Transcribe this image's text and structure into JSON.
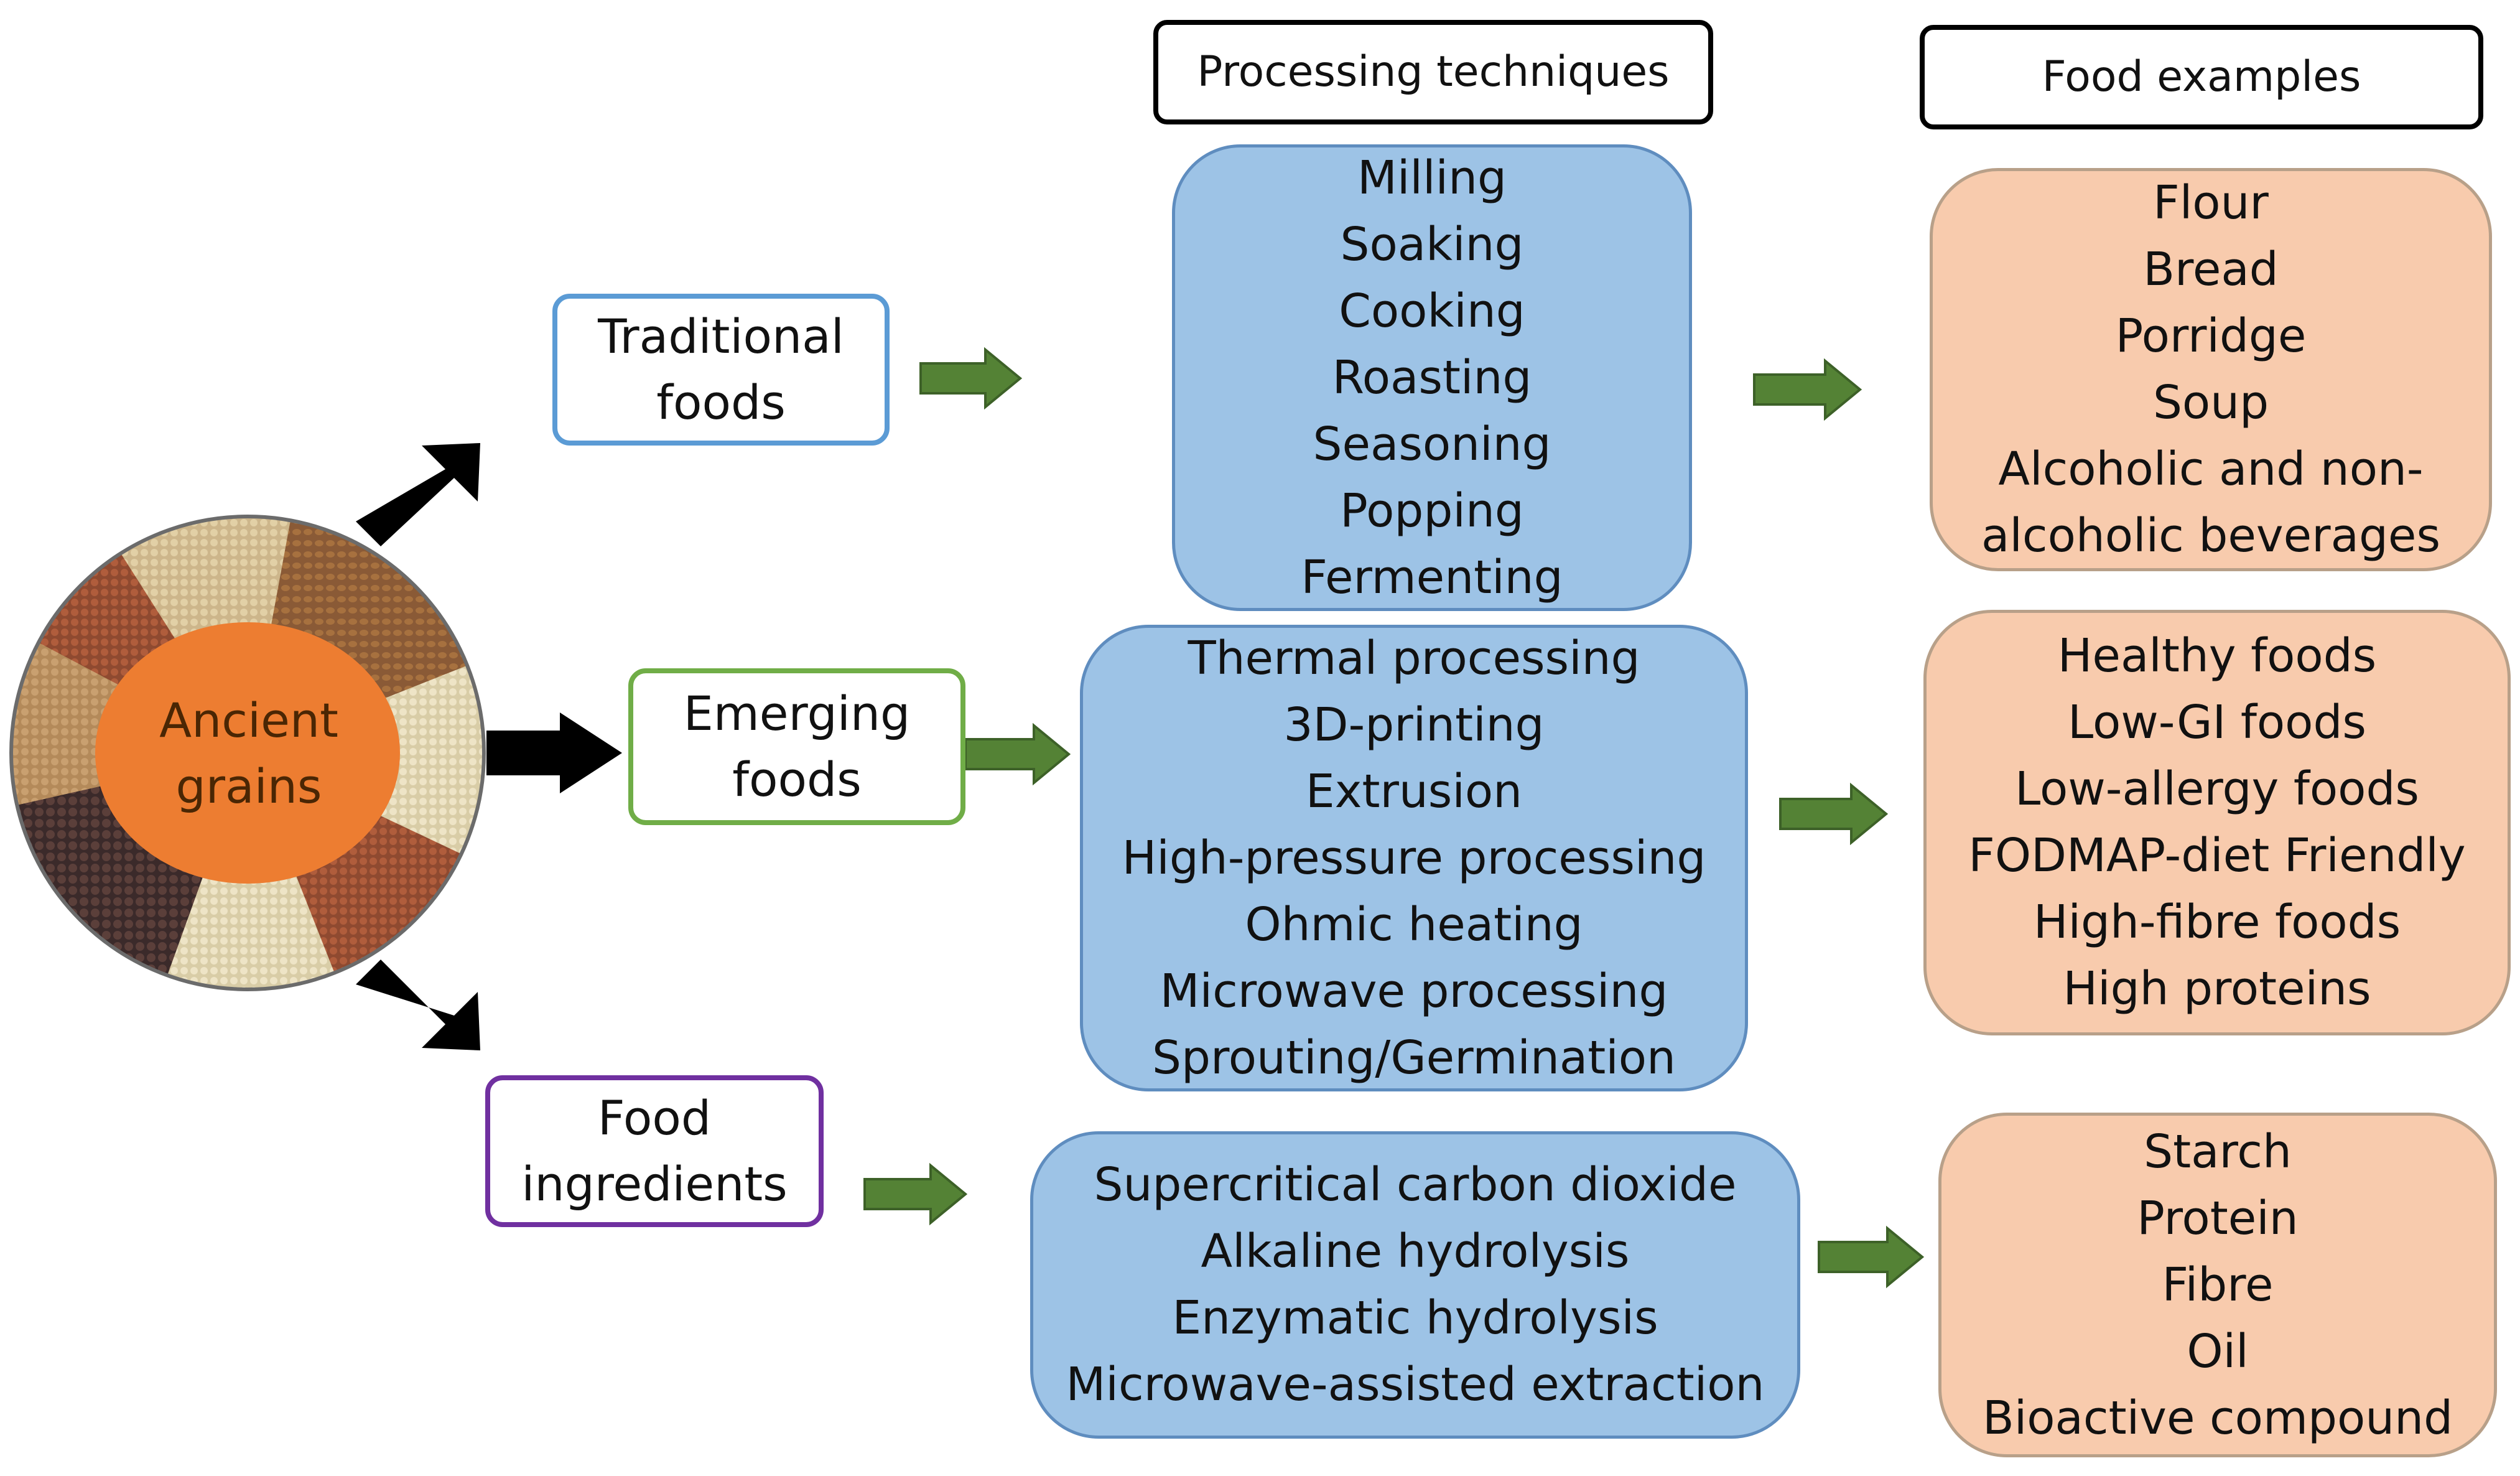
{
  "headers": {
    "processing": "Processing techniques",
    "food_examples": "Food examples"
  },
  "center": {
    "line1": "Ancient",
    "line2": "grains"
  },
  "rows": [
    {
      "category": [
        "Traditional",
        "foods"
      ],
      "category_color": "#5b9bd5",
      "techniques": [
        "Milling",
        "Soaking",
        "Cooking",
        "Roasting",
        "Seasoning",
        "Popping",
        "Fermenting"
      ],
      "examples": [
        "Flour",
        "Bread",
        "Porridge",
        "Soup",
        "Alcoholic and non-",
        "alcoholic beverages"
      ]
    },
    {
      "category": [
        "Emerging",
        "foods"
      ],
      "category_color": "#70ad47",
      "techniques": [
        "Thermal processing",
        "3D-printing",
        "Extrusion",
        "High-pressure processing",
        "Ohmic heating",
        "Microwave processing",
        "Sprouting/Germination"
      ],
      "examples": [
        "Healthy foods",
        "Low-GI foods",
        "Low-allergy foods",
        "FODMAP-diet Friendly",
        "High-fibre foods",
        "High proteins"
      ]
    },
    {
      "category": [
        "Food",
        "ingredients"
      ],
      "category_color": "#7030a0",
      "techniques": [
        "Supercritical carbon dioxide",
        "Alkaline hydrolysis",
        "Enzymatic hydrolysis",
        "Microwave-assisted extraction"
      ],
      "examples": [
        "Starch",
        "Protein",
        "Fibre",
        "Oil",
        "Bioactive compound"
      ]
    }
  ],
  "colors": {
    "technique_fill": "#9dc3e6",
    "example_fill": "#f8cbad",
    "green_arrow": "#548235",
    "black_arrow": "#000000",
    "center_fill": "#ed7d31"
  },
  "icons": {
    "grain_image": "grain-mosaic-image"
  }
}
